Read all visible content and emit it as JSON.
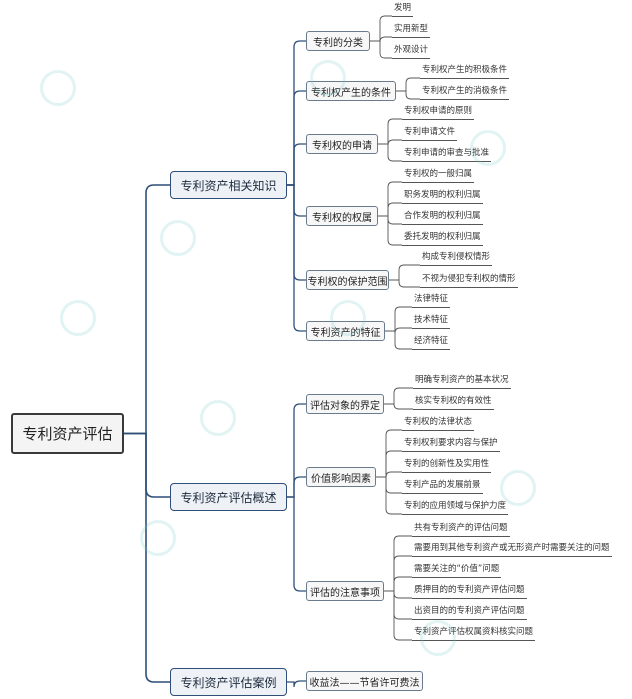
{
  "root": "专利资产评估",
  "branches": [
    {
      "label": "专利资产相关知识",
      "children": [
        {
          "label": "专利的分类",
          "leaves": [
            "发明",
            "实用新型",
            "外观设计"
          ]
        },
        {
          "label": "专利权产生的条件",
          "leaves": [
            "专利权产生的积极条件",
            "专利权产生的消极条件"
          ]
        },
        {
          "label": "专利权的申请",
          "leaves": [
            "专利权申请的原则",
            "专利申请文件",
            "专利申请的审查与批准"
          ]
        },
        {
          "label": "专利权的权属",
          "leaves": [
            "专利权的一般归属",
            "职务发明的权利归属",
            "合作发明的权利归属",
            "委托发明的权利归属"
          ]
        },
        {
          "label": "专利权的保护范围",
          "leaves": [
            "构成专利侵权情形",
            "不视为侵犯专利权的情形"
          ]
        },
        {
          "label": "专利资产的特征",
          "leaves": [
            "法律特征",
            "技术特征",
            "经济特征"
          ]
        }
      ]
    },
    {
      "label": "专利资产评估概述",
      "children": [
        {
          "label": "评估对象的界定",
          "leaves": [
            "明确专利资产的基本状况",
            "核实专利权的有效性"
          ]
        },
        {
          "label": "价值影响因素",
          "leaves": [
            "专利权的法律状态",
            "专利权利要求内容与保护",
            "专利的创新性及实用性",
            "专利产品的发展前景",
            "专利的应用领域与保护力度"
          ]
        },
        {
          "label": "评估的注意事项",
          "leaves": [
            "共有专利资产的评估问题",
            "需要用到其他专利资产或无形资产时需要关注的问题",
            "需要关注的“价值”问题",
            "质押目的的专利资产评估问题",
            "出资目的的专利资产评估问题",
            "专利资产评估权属资料核实问题"
          ]
        }
      ]
    },
    {
      "label": "专利资产评估案例",
      "children": [
        {
          "label": "收益法——节省许可费法",
          "leaves": []
        }
      ]
    }
  ],
  "colors": {
    "edge": "#2f4f78",
    "leafline": "#555555"
  }
}
